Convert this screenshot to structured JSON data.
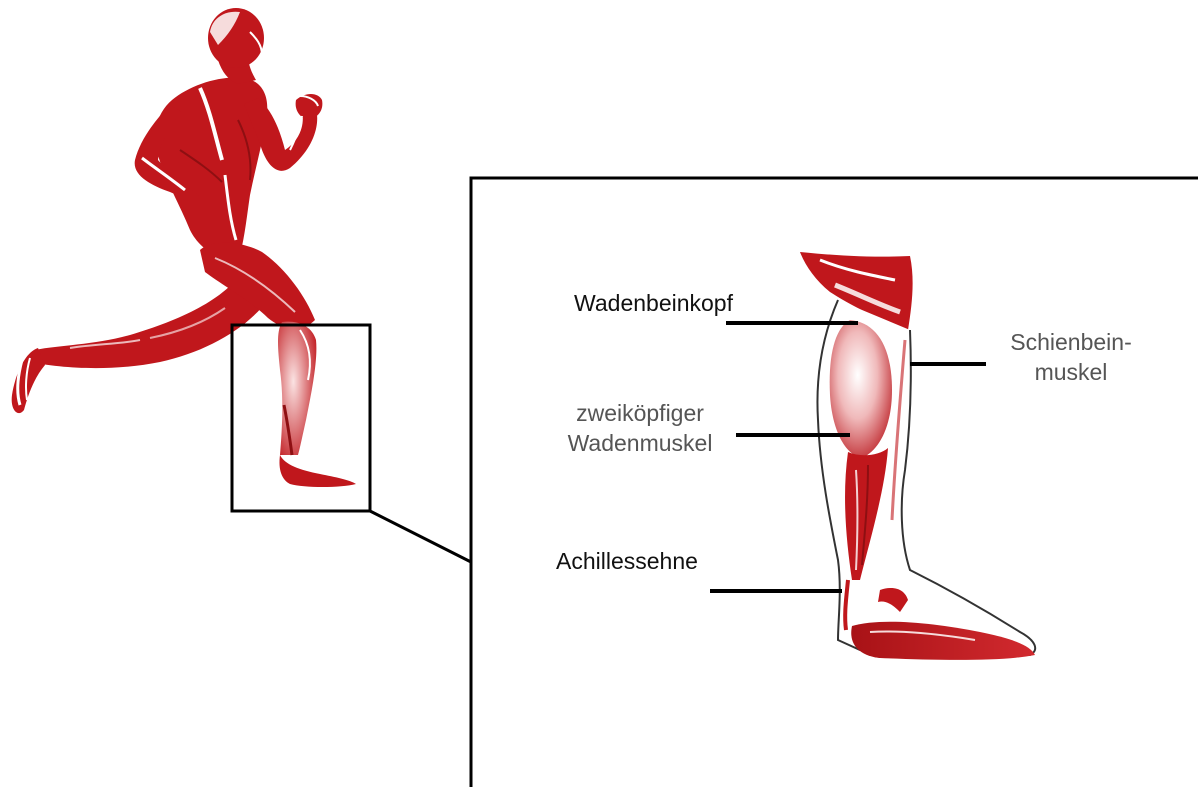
{
  "labels": {
    "wadenbeinkopf": "Wadenbeinkopf",
    "zweikoepfiger": [
      "zweiköpfiger",
      "Wadenmuskel"
    ],
    "achillessehne": "Achillessehne",
    "schienbeinmuskel": [
      "Schienbein-",
      "muskel"
    ]
  },
  "colors": {
    "muscle": "#c0171c",
    "muscle_dark": "#8e0f12",
    "muscle_light": "#e98a8c",
    "tendon": "#f4d9d9",
    "line": "#000000"
  }
}
